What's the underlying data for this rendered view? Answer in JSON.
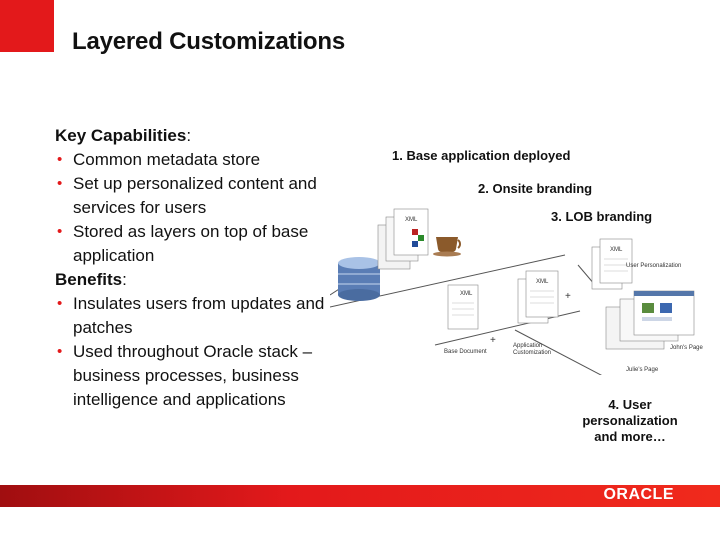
{
  "slide": {
    "title": "Layered Customizations",
    "capabilities_head": "Key Capabilities",
    "capabilities": [
      "Common metadata store",
      "Set up personalized content and services for users",
      "Stored as layers on top of base application"
    ],
    "benefits_head": "Benefits",
    "benefits": [
      "Insulates users from updates and patches",
      "Used throughout Oracle stack – business processes, business intelligence and applications"
    ]
  },
  "diagram": {
    "step1": "1. Base application deployed",
    "step2": "2. Onsite branding",
    "step3": "3. LOB branding",
    "step4_line1": "4. User",
    "step4_line2": "personalization",
    "step4_line3": "and more…",
    "doc_xml": "XML",
    "label_user_personalization": "User Personalization",
    "label_johns_page": "John's Page",
    "label_julies_page": "Julie's Page",
    "label_base_document": "Base Document",
    "label_app_custom_1": "Application",
    "label_app_custom_2": "Customization",
    "plus": "+"
  },
  "footer": {
    "logo": "ORACLE"
  },
  "colors": {
    "accent": "#e3191b"
  }
}
